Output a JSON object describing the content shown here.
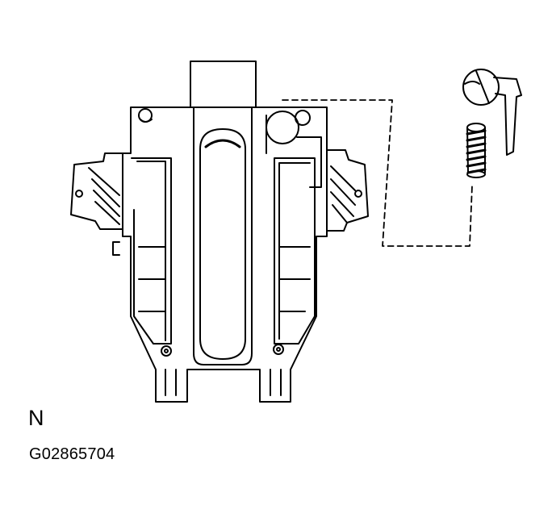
{
  "diagram": {
    "view_label": "N",
    "figure_code": "G02865704",
    "colors": {
      "line": "#000000",
      "background": "#ffffff"
    },
    "parts": {
      "main_body": "shift-lever-housing",
      "removed_parts": [
        "detent-lever-assembly",
        "compression-spring"
      ],
      "connector": "dashed-leader-line"
    }
  }
}
